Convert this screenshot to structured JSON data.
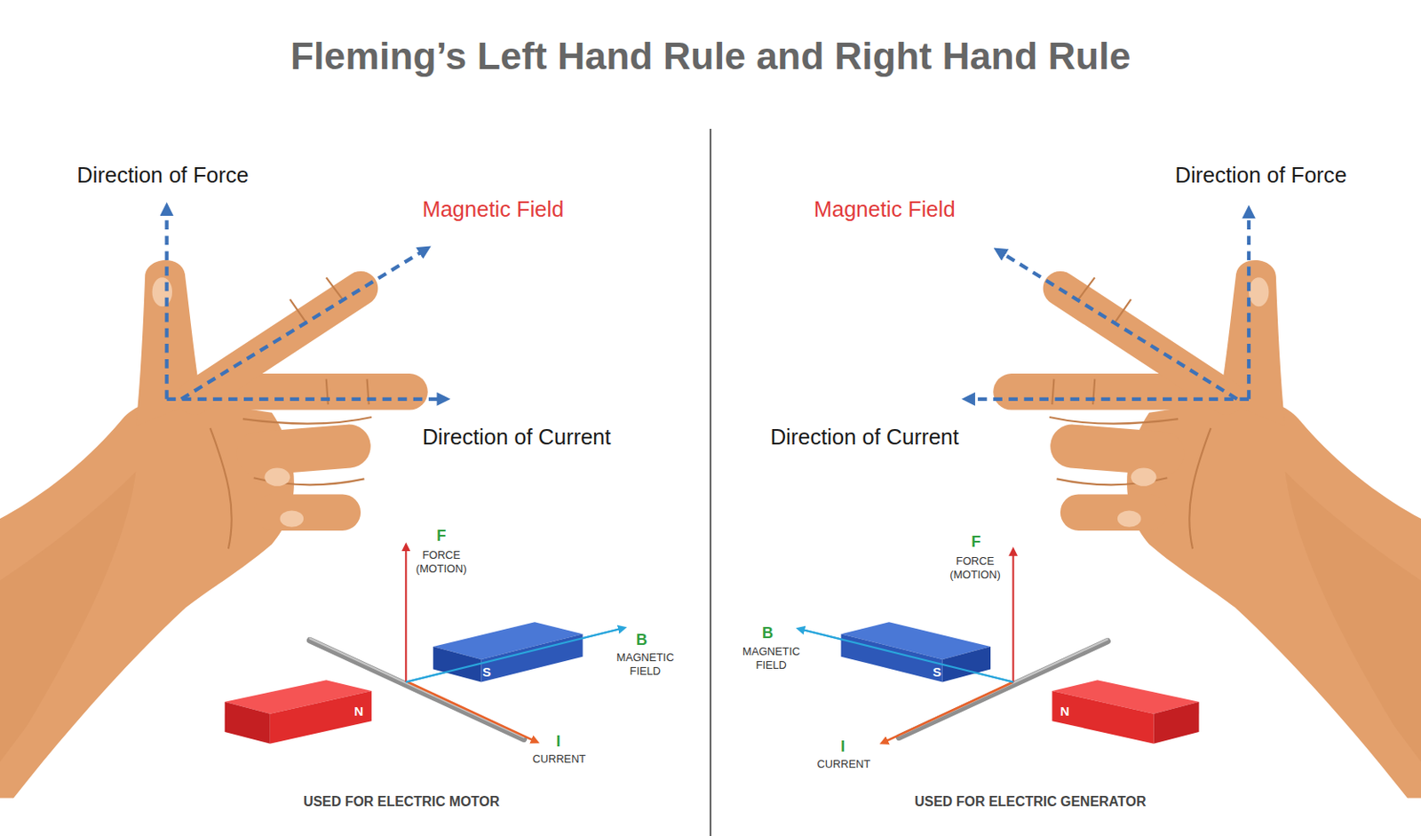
{
  "diagram": {
    "title": "Fleming’s Left Hand Rule and Right Hand Rule",
    "nodes": [
      {
        "text": [
          "S"
        ]
      },
      {
        "text": [
          "N"
        ]
      },
      {
        "text": [
          "S"
        ]
      },
      {
        "text": [
          "N"
        ]
      }
    ],
    "labels": [
      "Direction of Force",
      "Magnetic Field",
      "Direction of Current",
      "F",
      "FORCE (MOTION)",
      "B",
      "MAGNETIC FIELD",
      "I",
      "CURRENT",
      "USED FOR ELECTRIC MOTOR",
      "Magnetic Field",
      "Direction of Force",
      "Direction of Current",
      "F",
      "FORCE (MOTION)",
      "B",
      "MAGNETIC FIELD",
      "I",
      "CURRENT",
      "USED FOR ELECTRIC GENERATOR"
    ]
  }
}
